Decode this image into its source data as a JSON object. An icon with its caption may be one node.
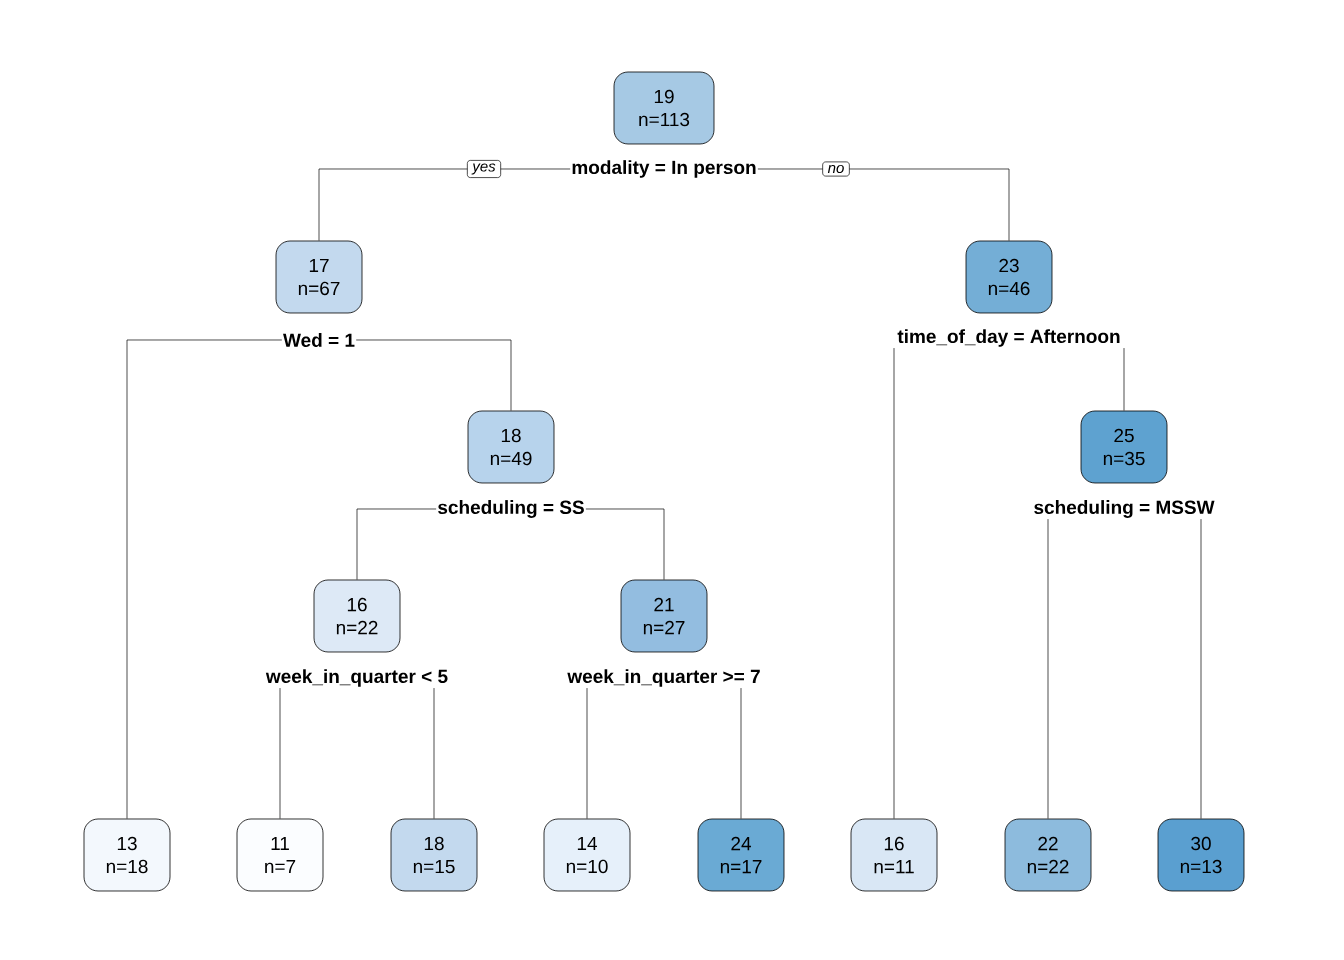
{
  "diagram": {
    "nodes": [
      {
        "text": [
          "19",
          "n=113"
        ],
        "beside": [
          "modality = In person"
        ]
      },
      {
        "text": [
          "17",
          "n=67"
        ],
        "beside": [
          "Wed = 1"
        ]
      },
      {
        "text": [
          "23",
          "n=46"
        ],
        "beside": [
          "time_of_day = Afternoon"
        ]
      },
      {
        "text": [
          "18",
          "n=49"
        ],
        "beside": [
          "scheduling = SS"
        ]
      },
      {
        "text": [
          "25",
          "n=35"
        ],
        "beside": [
          "scheduling = MSSW"
        ]
      },
      {
        "text": [
          "16",
          "n=22"
        ],
        "beside": [
          "week_in_quarter < 5"
        ]
      },
      {
        "text": [
          "21",
          "n=27"
        ],
        "beside": [
          "week_in_quarter >= 7"
        ]
      },
      {
        "text": [
          "13",
          "n=18"
        ]
      },
      {
        "text": [
          "11",
          "n=7"
        ]
      },
      {
        "text": [
          "18",
          "n=15"
        ]
      },
      {
        "text": [
          "14",
          "n=10"
        ]
      },
      {
        "text": [
          "24",
          "n=17"
        ]
      },
      {
        "text": [
          "16",
          "n=11"
        ]
      },
      {
        "text": [
          "22",
          "n=22"
        ]
      },
      {
        "text": [
          "30",
          "n=13"
        ]
      }
    ],
    "edges": [
      {
        "from": 0,
        "to": 1,
        "arrow": "none",
        "label": "yes"
      },
      {
        "from": 0,
        "to": 2,
        "arrow": "none",
        "label": "no"
      },
      {
        "from": 1,
        "to": 7,
        "arrow": "none"
      },
      {
        "from": 1,
        "to": 3,
        "arrow": "none"
      },
      {
        "from": 2,
        "to": 12,
        "arrow": "none"
      },
      {
        "from": 2,
        "to": 4,
        "arrow": "none"
      },
      {
        "from": 3,
        "to": 5,
        "arrow": "none"
      },
      {
        "from": 3,
        "to": 6,
        "arrow": "none"
      },
      {
        "from": 4,
        "to": 13,
        "arrow": "none"
      },
      {
        "from": 4,
        "to": 14,
        "arrow": "none"
      },
      {
        "from": 5,
        "to": 8,
        "arrow": "none"
      },
      {
        "from": 5,
        "to": 9,
        "arrow": "none"
      },
      {
        "from": 6,
        "to": 10,
        "arrow": "none"
      },
      {
        "from": 6,
        "to": 11,
        "arrow": "none"
      }
    ]
  }
}
